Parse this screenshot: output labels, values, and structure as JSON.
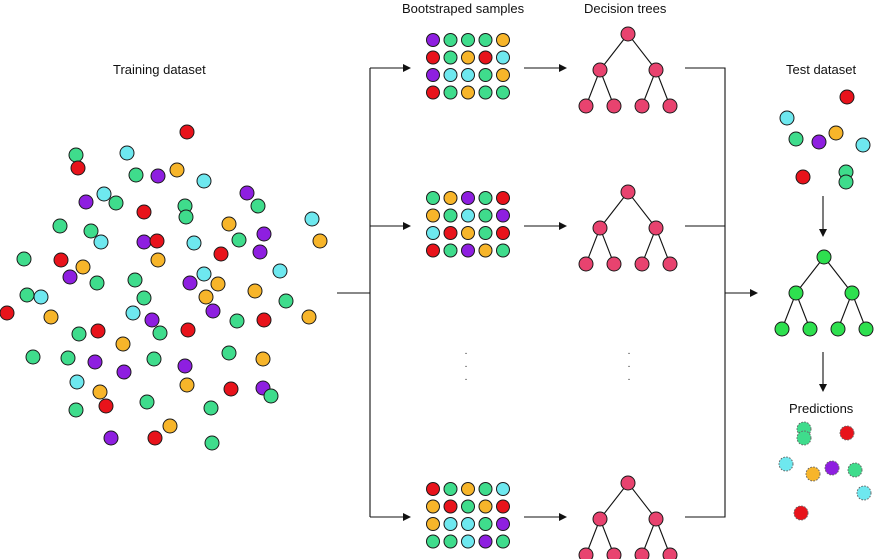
{
  "labels": {
    "training": "Training dataset",
    "bootstrap": "Bootstraped samples",
    "trees": "Decision trees",
    "test": "Test dataset",
    "predictions": "Predictions"
  },
  "ellipsis": ".\n.\n.",
  "colors": {
    "red": "#e8131b",
    "green": "#3fdc8c",
    "cyan": "#6ee8ef",
    "purple": "#8e1fe0",
    "orange": "#f7b52a",
    "tree_node": "#e8436f",
    "final_tree_node": "#2ee04f",
    "stroke": "#1a1a1a"
  },
  "bootstrap_grids": [
    [
      [
        "purple",
        "green",
        "green",
        "green",
        "orange"
      ],
      [
        "red",
        "green",
        "orange",
        "red",
        "cyan"
      ],
      [
        "purple",
        "cyan",
        "cyan",
        "green",
        "orange"
      ],
      [
        "red",
        "green",
        "orange",
        "green",
        "green"
      ]
    ],
    [
      [
        "green",
        "orange",
        "purple",
        "green",
        "red"
      ],
      [
        "orange",
        "green",
        "cyan",
        "green",
        "purple"
      ],
      [
        "cyan",
        "red",
        "orange",
        "green",
        "red"
      ],
      [
        "red",
        "green",
        "purple",
        "orange",
        "green"
      ]
    ],
    [
      [
        "red",
        "green",
        "orange",
        "green",
        "cyan"
      ],
      [
        "orange",
        "red",
        "green",
        "orange",
        "red"
      ],
      [
        "orange",
        "cyan",
        "cyan",
        "green",
        "purple"
      ],
      [
        "green",
        "green",
        "cyan",
        "purple",
        "green"
      ]
    ]
  ]
}
